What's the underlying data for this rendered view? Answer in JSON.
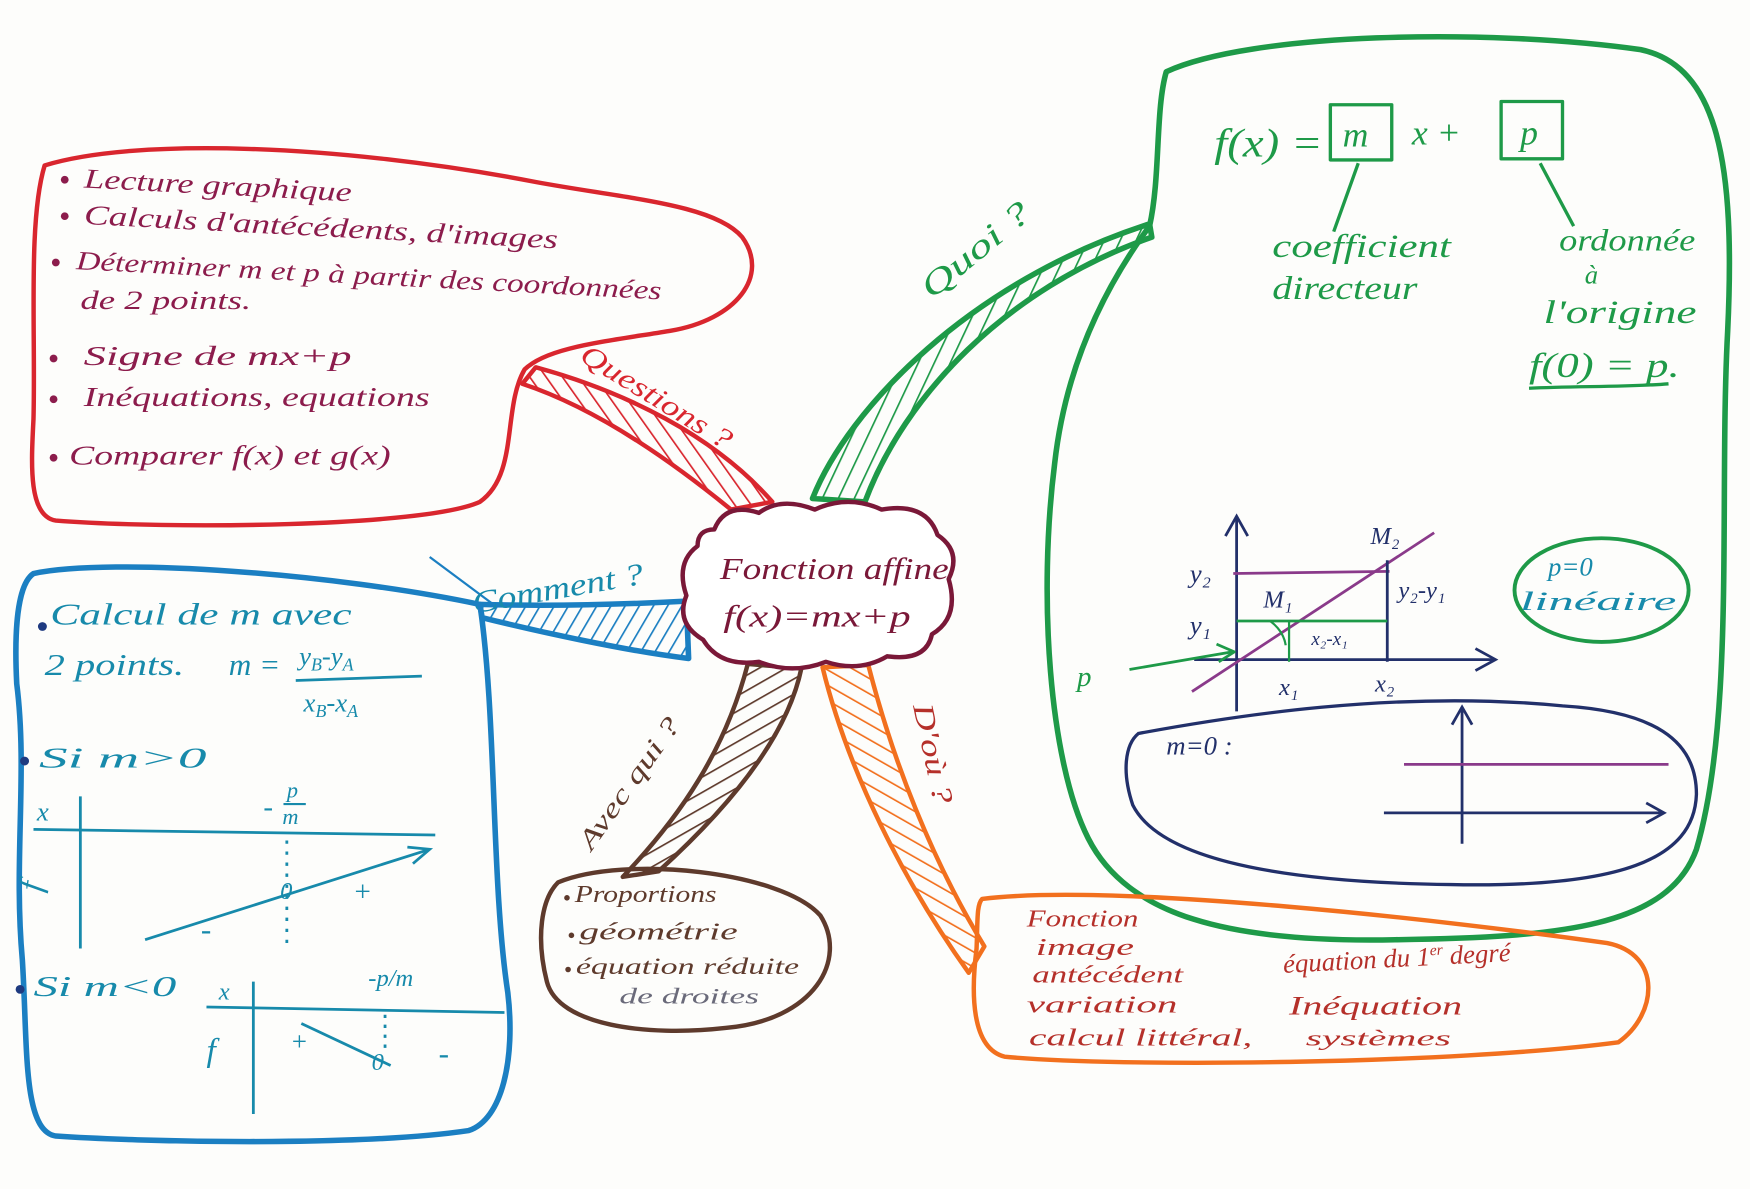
{
  "colors": {
    "questions": "#d9262e",
    "questions_text": "#8c1c4c",
    "quoi": "#1e9a48",
    "comment": "#1b7fc2",
    "comment_text": "#178aab",
    "avec_qui": "#5e3a2c",
    "d_ou": "#f2701e",
    "d_ou_text": "#b5302a",
    "center": "#7a1838",
    "graph_axes": "#22306a",
    "graph_line": "#8a3a8a"
  },
  "center": {
    "title": "Fonction affine",
    "formula": "f(x)=mx+p"
  },
  "questions": {
    "label": "Questions ?",
    "items": [
      [
        "Lecture graphique"
      ],
      [
        "Calculs d'antécédents, d'images"
      ],
      [
        "Déterminer m et p à partir des coordonnées",
        "de 2 points."
      ],
      [
        "Signe de mx+p"
      ],
      [
        "Inéquations, equations"
      ],
      [
        "Comparer f(x) et g(x)"
      ]
    ]
  },
  "comment": {
    "label": "Comment ?",
    "calc_line1": "Calcul de m avec",
    "calc_line2": "2 points.",
    "formula_lhs": "m =",
    "numerator": [
      "y",
      "B",
      "-y",
      "A"
    ],
    "denominator": [
      "x",
      "B",
      "-x",
      "A"
    ],
    "case_pos": {
      "label": "Si m>0",
      "var_label": "x",
      "func_label": "f",
      "root_sign": "-",
      "root_num": "p",
      "root_den": "m",
      "left_sign": "-",
      "zero": "0",
      "right_sign": "+"
    },
    "case_neg": {
      "label": "Si m<0",
      "var_label": "x",
      "func_label": "f",
      "root": "-p/m",
      "left_sign": "+",
      "zero": "0",
      "right_sign": "-"
    }
  },
  "quoi": {
    "label": "Quoi ?",
    "formula": {
      "lhs": "f(x) =",
      "m": "m",
      "mid": "x +",
      "p": "p"
    },
    "m_name": [
      "coefficient",
      "directeur"
    ],
    "p_name": [
      "ordonnée",
      "à",
      "l'origine"
    ],
    "p_identity": "f(0) = p.",
    "graph": {
      "y2": "y₂",
      "y1": "y₁",
      "M1": "M₁",
      "M2": "M₂",
      "dy": "y₂-y₁",
      "dx": "x₂-x₁",
      "x1": "x₁",
      "x2": "x₂",
      "p": "p"
    },
    "linear_case": [
      "p=0",
      "linéaire"
    ],
    "constant_case": "m=0 :"
  },
  "avec_qui": {
    "label": "Avec qui ?",
    "items": [
      "Proportions",
      "géométrie",
      "équation réduite",
      "de droites"
    ]
  },
  "d_ou": {
    "label": "D'où ?",
    "left_items": [
      "Fonction",
      "image",
      "antécédent",
      "variation",
      "calcul littéral,"
    ],
    "degree": [
      "équation du 1",
      "er",
      " degré"
    ],
    "inequation": "Inéquation",
    "systems": "systèmes"
  }
}
